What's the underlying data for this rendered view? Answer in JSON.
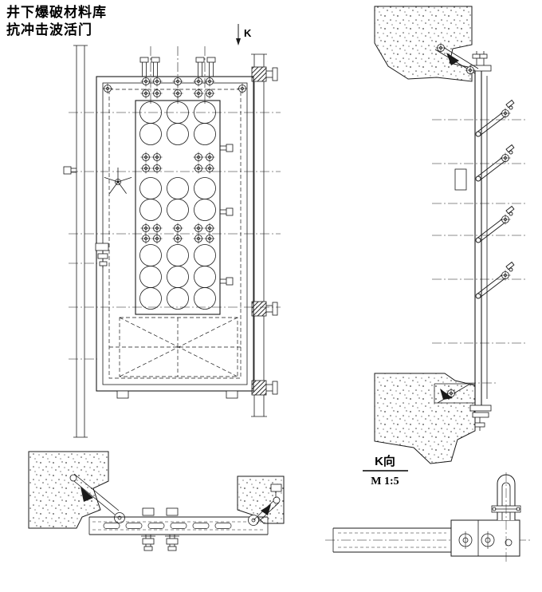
{
  "title": {
    "line1": "井下爆破材料库",
    "line2": "抗冲击波活门"
  },
  "annotations": {
    "section_marker": "K",
    "detail_label": "K向",
    "detail_scale": "M 1:5"
  },
  "colors": {
    "line": "#1a1a1a",
    "background": "#ffffff"
  }
}
